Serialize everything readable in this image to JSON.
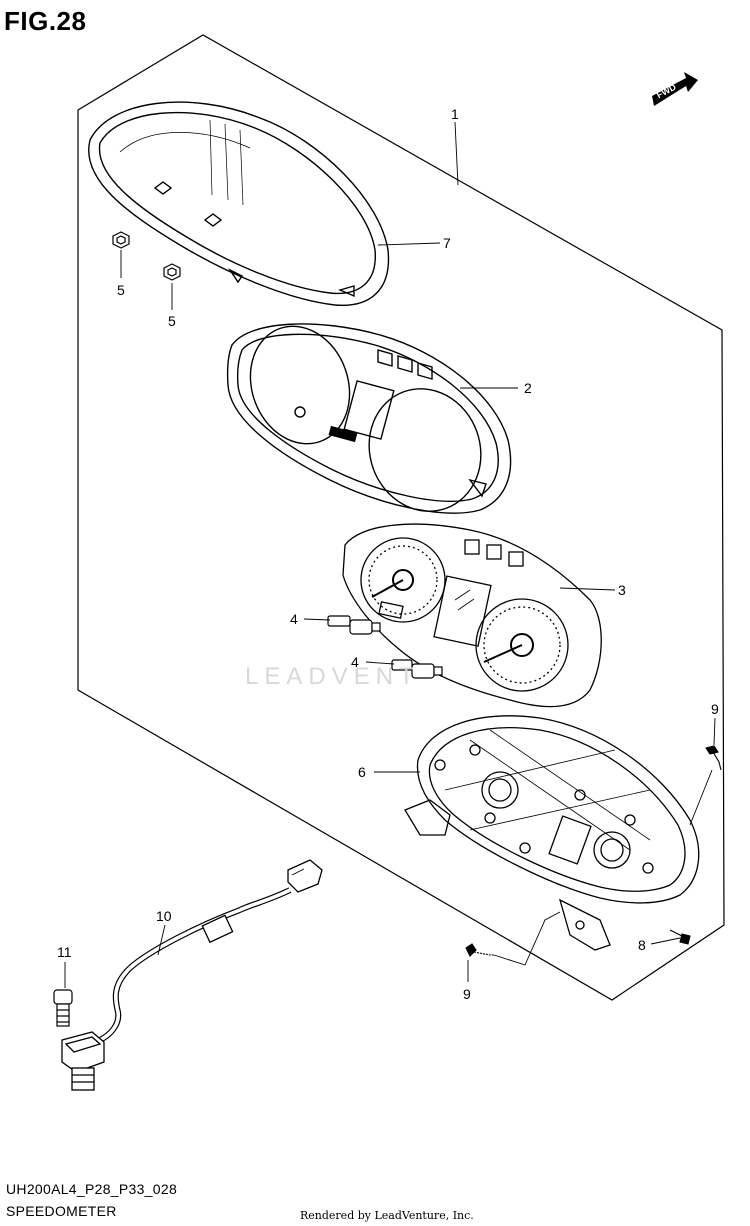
{
  "figure": {
    "title": "FIG.28",
    "model_code": "UH200AL4_P28_P33_028",
    "name": "SPEEDOMETER",
    "credit": "Rendered by LeadVenture, Inc.",
    "watermark": "LEADVENT",
    "direction_badge": "FWD"
  },
  "callouts": [
    {
      "id": "1",
      "part": "speedometer assembly"
    },
    {
      "id": "7",
      "part": "meter lens cover"
    },
    {
      "id": "5",
      "part": "nut (upper)"
    },
    {
      "id": "5",
      "part": "nut (lower)"
    },
    {
      "id": "2",
      "part": "meter frame"
    },
    {
      "id": "3",
      "part": "meter dial panel"
    },
    {
      "id": "4",
      "part": "bulb (upper)"
    },
    {
      "id": "4",
      "part": "bulb (lower)"
    },
    {
      "id": "9",
      "part": "screw (right)"
    },
    {
      "id": "6",
      "part": "meter case"
    },
    {
      "id": "8",
      "part": "screw"
    },
    {
      "id": "9",
      "part": "screw (bottom)"
    },
    {
      "id": "10",
      "part": "speed sensor lead"
    },
    {
      "id": "11",
      "part": "bolt"
    }
  ]
}
